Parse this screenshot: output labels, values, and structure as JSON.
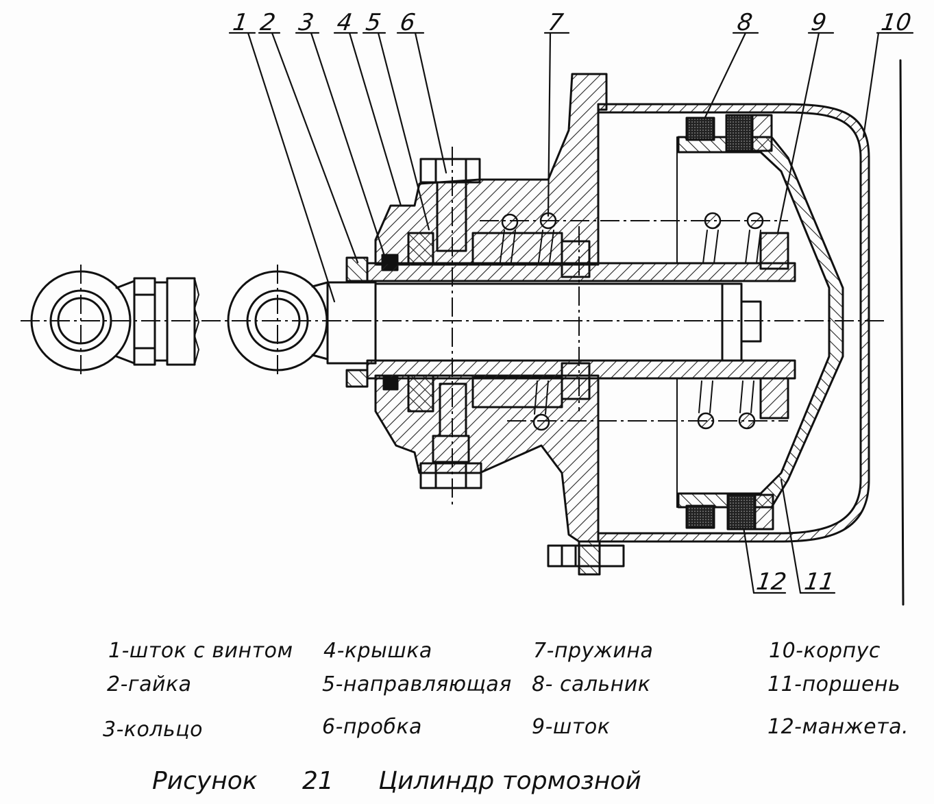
{
  "callouts": [
    "1",
    "2",
    "3",
    "4",
    "5",
    "6",
    "7",
    "8",
    "9",
    "10",
    "12",
    "11"
  ],
  "legend": [
    "1-шток с винтом",
    "2-гайка",
    "3-кольцо",
    "4-крышка",
    "5-направляющая",
    "6-пробка",
    "7-пружина",
    "8- сальник",
    "9-шток",
    "10-корпус",
    "11-поршень",
    "12-манжета."
  ],
  "caption": {
    "word": "Рисунок",
    "number": "21",
    "title": "Цилиндр тормозной"
  }
}
